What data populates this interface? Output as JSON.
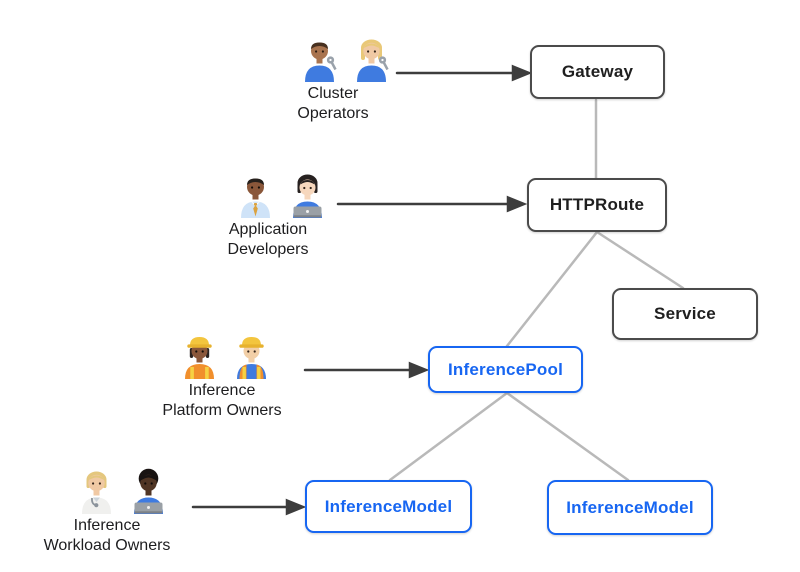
{
  "diagram": {
    "colors": {
      "node_border_dark": "#4b4b4b",
      "node_text_dark": "#1f1f1f",
      "node_accent_blue": "#1766f2",
      "connector_gray": "#b9b9b9",
      "arrow_dark": "#3d3d3d",
      "background": "#ffffff"
    },
    "nodes": {
      "gateway": {
        "label": "Gateway",
        "style": "dark"
      },
      "httproute": {
        "label": "HTTPRoute",
        "style": "dark"
      },
      "service": {
        "label": "Service",
        "style": "dark"
      },
      "inference_pool": {
        "label": "InferencePool",
        "style": "blue"
      },
      "inference_model_left": {
        "label": "InferenceModel",
        "style": "blue"
      },
      "inference_model_right": {
        "label": "InferenceModel",
        "style": "blue"
      }
    },
    "personas": {
      "cluster_operators": {
        "line1": "Cluster",
        "line2": "Operators",
        "icons": [
          "man-mechanic-emoji",
          "woman-mechanic-emoji"
        ],
        "points_to": "Gateway"
      },
      "application_developers": {
        "line1": "Application",
        "line2": "Developers",
        "icons": [
          "man-office-worker-emoji",
          "woman-technologist-emoji"
        ],
        "points_to": "HTTPRoute"
      },
      "inference_platform_owners": {
        "line1": "Inference",
        "line2": "Platform Owners",
        "icons": [
          "woman-construction-worker-emoji",
          "man-construction-worker-emoji"
        ],
        "points_to": "InferencePool"
      },
      "inference_workload_owners": {
        "line1": "Inference",
        "line2": "Workload Owners",
        "icons": [
          "health-worker-emoji",
          "man-technologist-emoji"
        ],
        "points_to": "InferenceModel (left)"
      }
    },
    "edges": [
      {
        "from": "Gateway",
        "to": "HTTPRoute"
      },
      {
        "from": "HTTPRoute",
        "to": "InferencePool"
      },
      {
        "from": "HTTPRoute",
        "to": "Service"
      },
      {
        "from": "InferencePool",
        "to": "InferenceModel (left)"
      },
      {
        "from": "InferencePool",
        "to": "InferenceModel (right)"
      }
    ]
  }
}
